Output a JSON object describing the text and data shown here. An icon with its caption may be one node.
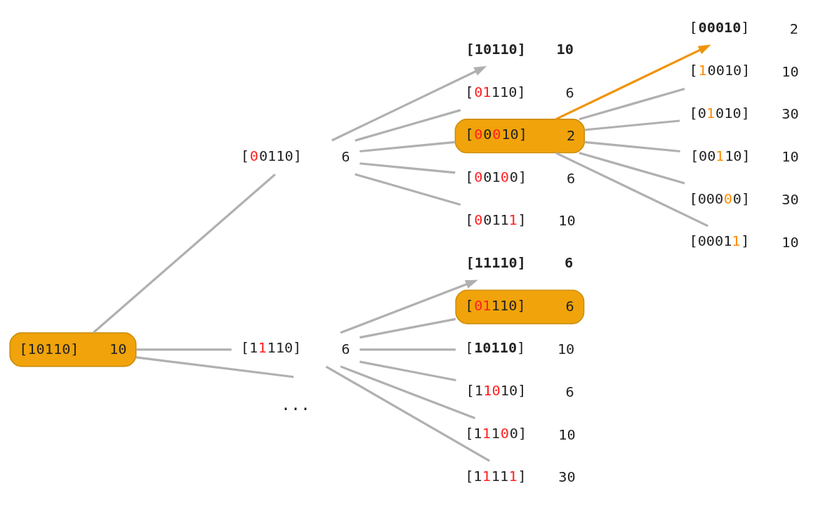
{
  "diagram": {
    "nodes": [
      {
        "text": [
          "[10110]",
          "10"
        ]
      },
      {
        "text": [
          "[00110]",
          "6"
        ]
      },
      {
        "text": [
          "[10110]",
          "10"
        ]
      },
      {
        "text": [
          "[01110]",
          "6"
        ]
      },
      {
        "text": [
          "[00010]",
          "2"
        ]
      },
      {
        "text": [
          "[00100]",
          "6"
        ]
      },
      {
        "text": [
          "[00111]",
          "10"
        ]
      },
      {
        "text": [
          "[00010]",
          "2"
        ]
      },
      {
        "text": [
          "[10010]",
          "10"
        ]
      },
      {
        "text": [
          "[01010]",
          "30"
        ]
      },
      {
        "text": [
          "[00110]",
          "10"
        ]
      },
      {
        "text": [
          "[00000]",
          "30"
        ]
      },
      {
        "text": [
          "[00011]",
          "10"
        ]
      },
      {
        "text": [
          "[11110]",
          "6"
        ]
      },
      {
        "text": [
          "[11110]",
          "6"
        ]
      },
      {
        "text": [
          "[01110]",
          "6"
        ]
      },
      {
        "text": [
          "[10110]",
          "10"
        ]
      },
      {
        "text": [
          "[11010]",
          "6"
        ]
      },
      {
        "text": [
          "[11100]",
          "10"
        ]
      },
      {
        "text": [
          "[11111]",
          "30"
        ]
      }
    ],
    "edges": [
      {
        "from": 0,
        "to": 1,
        "arrow": "none"
      },
      {
        "from": 0,
        "to": 13,
        "arrow": "none"
      },
      {
        "from": 0,
        "to": null,
        "arrow": "none"
      },
      {
        "from": 1,
        "to": 2,
        "arrow": "to"
      },
      {
        "from": 1,
        "to": 3,
        "arrow": "none"
      },
      {
        "from": 1,
        "to": 4,
        "arrow": "none"
      },
      {
        "from": 1,
        "to": 5,
        "arrow": "none"
      },
      {
        "from": 1,
        "to": 6,
        "arrow": "none"
      },
      {
        "from": 4,
        "to": 7,
        "arrow": "to",
        "color": "#f0930a"
      },
      {
        "from": 4,
        "to": 8,
        "arrow": "none"
      },
      {
        "from": 4,
        "to": 9,
        "arrow": "none"
      },
      {
        "from": 4,
        "to": 10,
        "arrow": "none"
      },
      {
        "from": 4,
        "to": 11,
        "arrow": "none"
      },
      {
        "from": 4,
        "to": 12,
        "arrow": "none"
      },
      {
        "from": 13,
        "to": 14,
        "arrow": "to"
      },
      {
        "from": 13,
        "to": 15,
        "arrow": "none"
      },
      {
        "from": 13,
        "to": 16,
        "arrow": "none"
      },
      {
        "from": 13,
        "to": 17,
        "arrow": "none"
      },
      {
        "from": 13,
        "to": 18,
        "arrow": "none"
      },
      {
        "from": 13,
        "to": 19,
        "arrow": "none"
      }
    ],
    "labels": [
      "..."
    ]
  }
}
